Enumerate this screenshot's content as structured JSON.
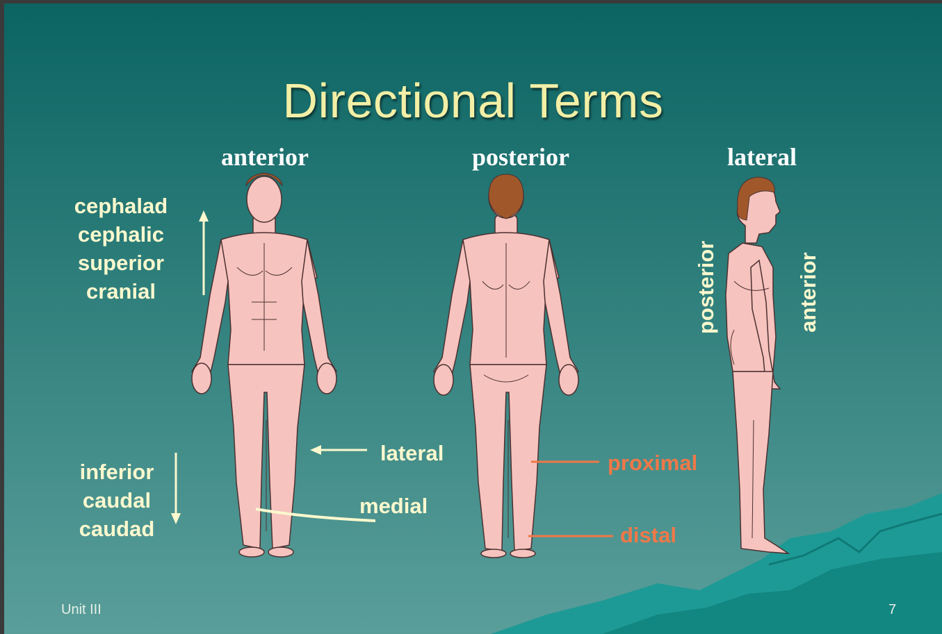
{
  "slide": {
    "title": "Directional Terms",
    "views": {
      "front": "anterior",
      "back": "posterior",
      "side": "lateral"
    },
    "superior_terms": [
      "cephalad",
      "cephalic",
      "superior",
      "cranial"
    ],
    "inferior_terms": [
      "inferior",
      "caudal",
      "caudad"
    ],
    "arrow_terms": {
      "lateral": "lateral",
      "medial": "medial",
      "proximal": "proximal",
      "distal": "distal"
    },
    "side_view_terms": {
      "posterior": "posterior",
      "anterior": "anterior"
    },
    "footer": {
      "unit": "Unit III",
      "page": "7"
    }
  },
  "colors": {
    "background_top": "#0b6462",
    "background_bottom": "#5a9e9a",
    "title": "#f2efa6",
    "term_text": "#fbf8ce",
    "proximal_distal": "#f07848",
    "skin": "#f6c3be",
    "hair": "#a0582b"
  }
}
